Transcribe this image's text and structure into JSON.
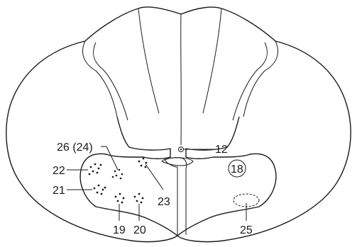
{
  "labels": {
    "l12": "12",
    "l18": "18",
    "l19": "19",
    "l20": "20",
    "l21": "21",
    "l22": "22",
    "l23": "23",
    "l25": "25",
    "l26": "26 (24)"
  },
  "colors": {
    "ink": "#1a1a1a",
    "background": "#ffffff"
  }
}
